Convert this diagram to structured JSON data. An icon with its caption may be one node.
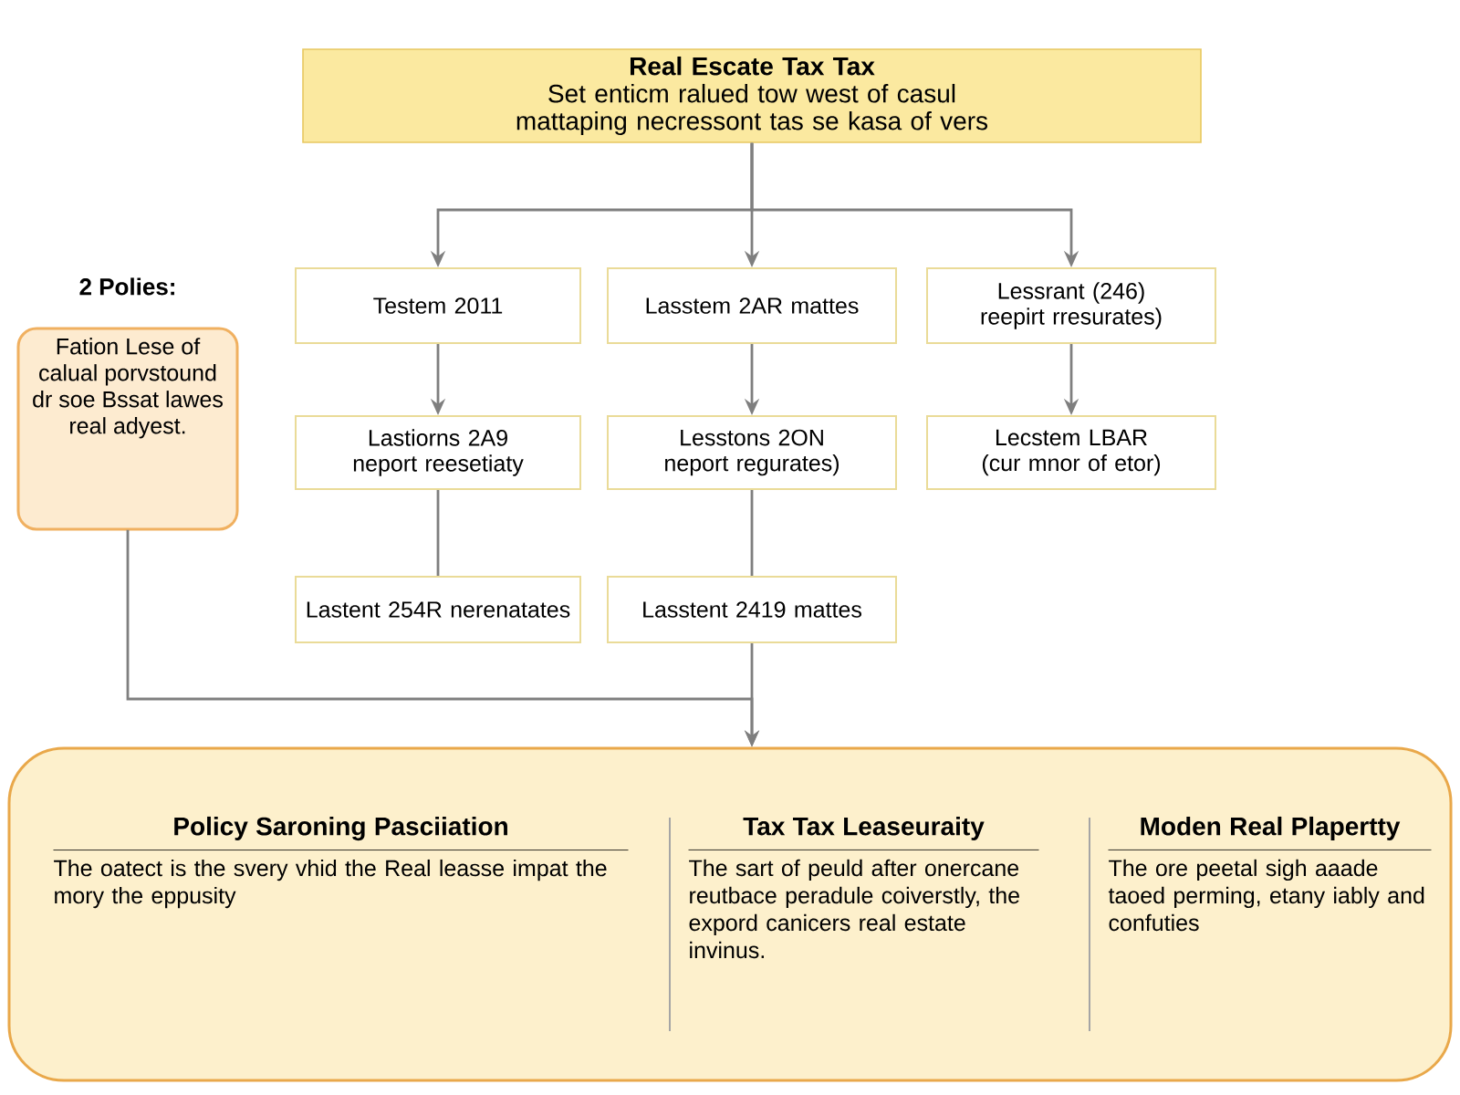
{
  "diagram": {
    "nodes": [
      {
        "text": [
          "Real Escate Tax Tax",
          "Set enticm ralued tow west of casul mattaping necressont tas se kasa of vers"
        ]
      },
      {
        "text": [
          "Testem 2011"
        ]
      },
      {
        "text": [
          "Lasstem 2AR mattes"
        ]
      },
      {
        "text": [
          "Lessrant (246) reepirt rresurates)"
        ]
      },
      {
        "text": [
          "Lastiorns 2A9 neport reesetiaty"
        ]
      },
      {
        "text": [
          "Lesstons 2ON neport regurates)"
        ]
      },
      {
        "text": [
          "Lecstem LBAR (cur mnor of etor)"
        ]
      },
      {
        "text": [
          "Lastent 254R nerenatates"
        ]
      },
      {
        "text": [
          "Lasstent 2419 mattes"
        ]
      },
      {
        "text": [
          "2 Polies:",
          "Fation Lese of calual porvstound dr soe Bssat lawes real adyest."
        ]
      },
      {
        "text": [],
        "shape": "box"
      },
      {
        "text": [
          "Policy Saroning Pasciiation",
          "The oatect is the svery vhid the Real leasse impat the mory the eppusity"
        ],
        "in": 10
      },
      {
        "text": [
          "Tax Tax Leaseuraity",
          "The sart of peuld after onercane reutbace peradule coiverstly, the expord canicers real estate invinus."
        ],
        "in": 10
      },
      {
        "text": [
          "Moden Real Plapertty",
          "The ore peetal sigh aaade taoed perming, etany iably and confuties"
        ],
        "in": 10
      }
    ],
    "edges": [
      {
        "from": 0,
        "to": 1,
        "arrow": "to"
      },
      {
        "from": 0,
        "to": 2,
        "arrow": "to"
      },
      {
        "from": 0,
        "to": 3,
        "arrow": "to"
      },
      {
        "from": 1,
        "to": 4,
        "arrow": "to"
      },
      {
        "from": 2,
        "to": 5,
        "arrow": "to"
      },
      {
        "from": 3,
        "to": 6,
        "arrow": "to"
      },
      {
        "from": 4,
        "to": 7,
        "arrow": "none"
      },
      {
        "from": 5,
        "to": 8,
        "arrow": "none"
      },
      {
        "from": 8,
        "to": 10,
        "arrow": "to"
      },
      {
        "from": 9,
        "to": 10,
        "arrow": "to"
      }
    ]
  }
}
